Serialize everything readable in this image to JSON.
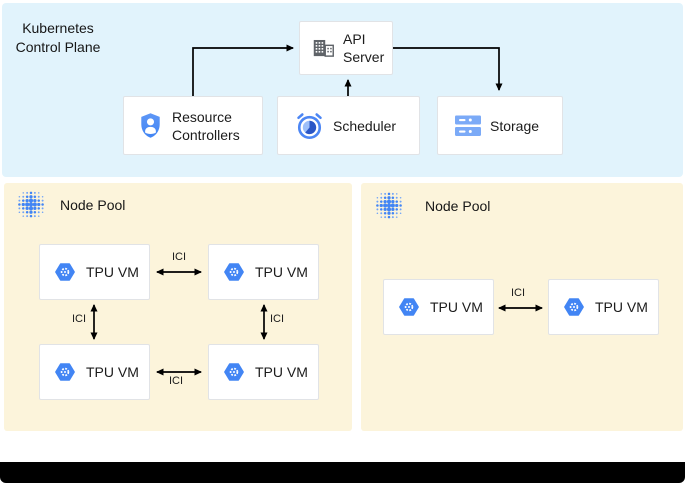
{
  "header": {
    "title": {
      "line1": "Kubernetes",
      "line2": "Control Plane"
    },
    "api_server": {
      "line1": "API",
      "line2": "Server"
    },
    "resource_controllers": {
      "line1": "Resource",
      "line2": "Controllers"
    },
    "scheduler": {
      "label": "Scheduler"
    },
    "storage": {
      "label": "Storage"
    }
  },
  "pools": {
    "left": {
      "label": "Node Pool",
      "vm_top_left": "TPU VM",
      "vm_top_right": "TPU VM",
      "vm_bottom_left": "TPU VM",
      "vm_bottom_right": "TPU VM",
      "link_top": "ICI",
      "link_bottom": "ICI",
      "link_left": "ICI",
      "link_right": "ICI"
    },
    "right": {
      "label": "Node Pool",
      "vm_left": "TPU VM",
      "vm_right": "TPU VM",
      "link": "ICI"
    }
  },
  "colors": {
    "control_plane_bg": "#e1f3fc",
    "node_pool_bg": "#fcf4db",
    "accent_blue": "#4285f4",
    "light_blue": "#7baaf7",
    "dark_blue": "#2a56c6",
    "icon_gray": "#5f6368",
    "arrow": "#000000"
  }
}
